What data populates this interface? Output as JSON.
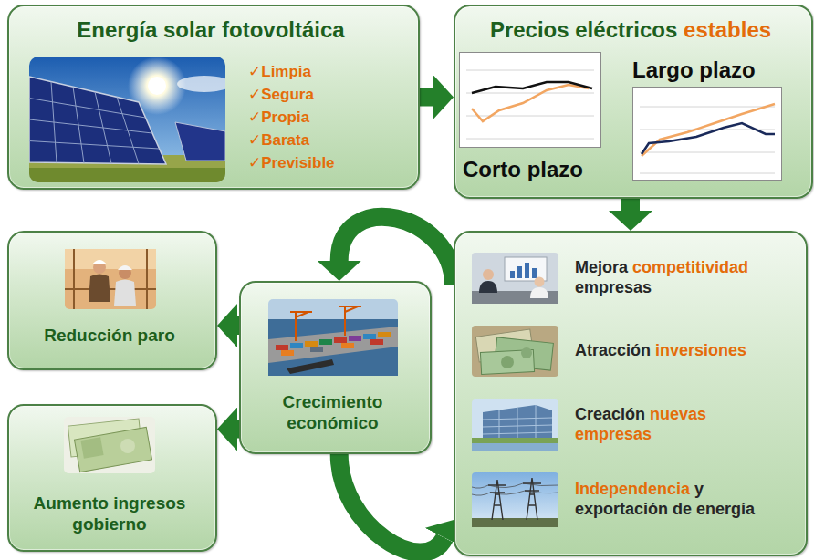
{
  "diagram": {
    "nodes": [
      {
        "text": [
          "Energía solar fotovoltáica",
          "✓Limpia",
          "✓Segura",
          "✓Propia",
          "✓Barata",
          "✓Previsible"
        ]
      },
      {
        "text": [
          "Precios eléctricos",
          "estables",
          "Largo plazo",
          "Corto plazo"
        ]
      },
      {
        "text": [
          "Mejora",
          "competitividad",
          "empresas",
          "Atracción",
          "inversiones",
          "Creación",
          "nuevas",
          "empresas",
          "Independencia",
          "y",
          "exportación de energía"
        ]
      },
      {
        "text": [
          "Crecimiento económico"
        ]
      },
      {
        "text": [
          "Reducción paro"
        ]
      },
      {
        "text": [
          "Aumento ingresos gobierno"
        ]
      }
    ],
    "edges": [
      {
        "from": 0,
        "to": 1,
        "arrow": "to"
      },
      {
        "from": 1,
        "to": 2,
        "arrow": "to"
      },
      {
        "from": 2,
        "to": 3,
        "arrow": "to"
      },
      {
        "from": 3,
        "to": 2,
        "arrow": "to"
      },
      {
        "from": 3,
        "to": 4,
        "arrow": "to"
      },
      {
        "from": 3,
        "to": 5,
        "arrow": "to"
      }
    ]
  }
}
